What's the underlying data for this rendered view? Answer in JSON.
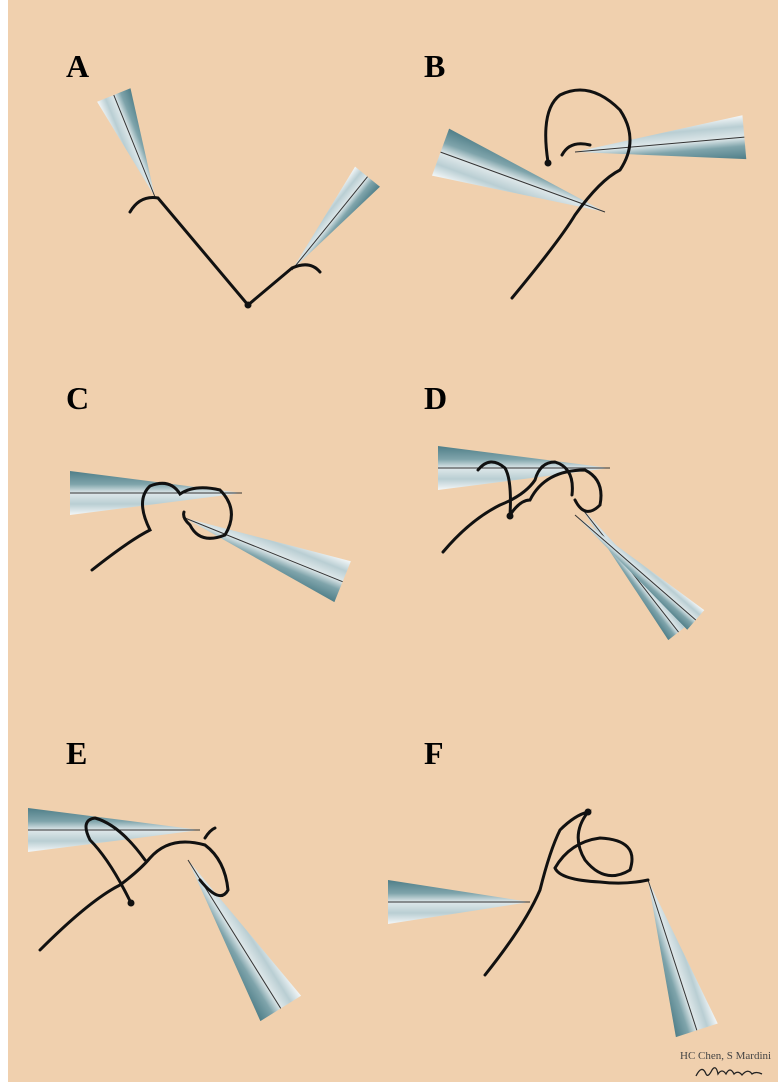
{
  "panels": {
    "a": {
      "label": "A"
    },
    "b": {
      "label": "B"
    },
    "c": {
      "label": "C"
    },
    "d": {
      "label": "D"
    },
    "e": {
      "label": "E"
    },
    "f": {
      "label": "F"
    }
  },
  "credit": "HC Chen, S Mardini",
  "signature_text": "Anetohua",
  "colors": {
    "background": "#f0d0ae",
    "frame": "#ffffff",
    "suture": "#111111",
    "needle_light": "#eef3f5",
    "needle_mid": "#a9c1c8",
    "needle_dark": "#5f8f98"
  }
}
